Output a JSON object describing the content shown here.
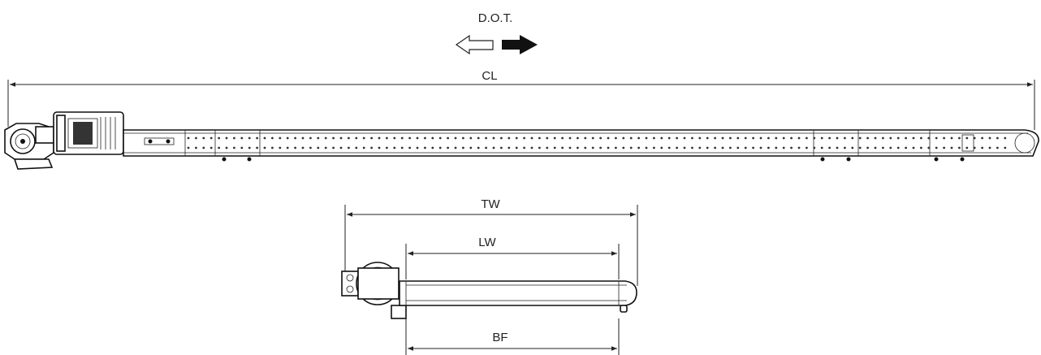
{
  "direction": {
    "label": "D.O.T.",
    "icons": [
      "arrow-left-outline-icon",
      "arrow-right-solid-icon"
    ]
  },
  "dimensions": {
    "cl": "CL",
    "tw": "TW",
    "lw": "LW",
    "bf": "BF"
  },
  "colors": {
    "line": "#222222",
    "fill": "#ffffff",
    "solid": "#111111"
  }
}
